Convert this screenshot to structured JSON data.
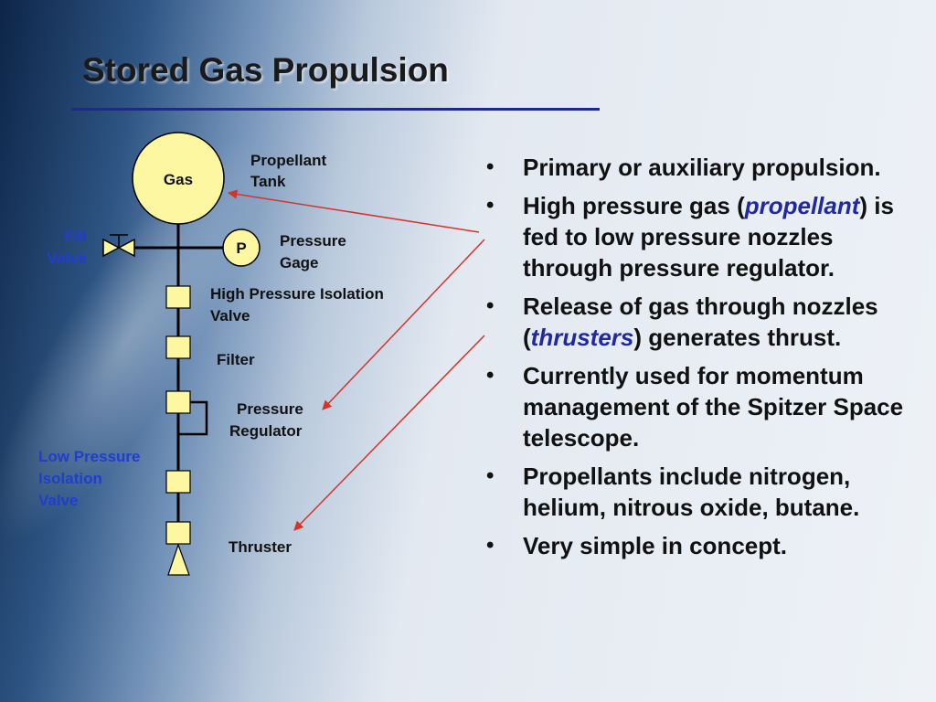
{
  "slide": {
    "title": "Stored Gas Propulsion"
  },
  "diagram": {
    "tank": {
      "label": "Gas",
      "caption": [
        "Propellant",
        "Tank"
      ]
    },
    "fill_valve": [
      "Fill",
      "Valve"
    ],
    "gage": {
      "label": "P",
      "caption": [
        "Pressure",
        "Gage"
      ]
    },
    "hp_valve": [
      "High Pressure Isolation",
      "Valve"
    ],
    "filter": "Filter",
    "regulator": [
      "Pressure",
      "Regulator"
    ],
    "lp_valve": [
      "Low Pressure",
      "Isolation",
      "Valve"
    ],
    "thruster": "Thruster",
    "colors": {
      "tank_fill": "#fdf7a2",
      "arrow": "#d2352c",
      "blue_label": "#1f3ecf"
    }
  },
  "bullets": [
    {
      "parts": [
        "Primary or auxiliary propulsion."
      ]
    },
    {
      "parts": [
        "High pressure gas (",
        "propellant",
        ") is fed to low pressure nozzles through pressure regulator."
      ]
    },
    {
      "parts": [
        "Release of gas through nozzles (",
        "thrusters",
        ") generates thrust."
      ]
    },
    {
      "parts": [
        "Currently used for momentum management of the Spitzer Space telescope."
      ]
    },
    {
      "parts": [
        "Propellants include nitrogen, helium, nitrous oxide, butane."
      ]
    },
    {
      "parts": [
        "Very simple in concept."
      ]
    }
  ]
}
